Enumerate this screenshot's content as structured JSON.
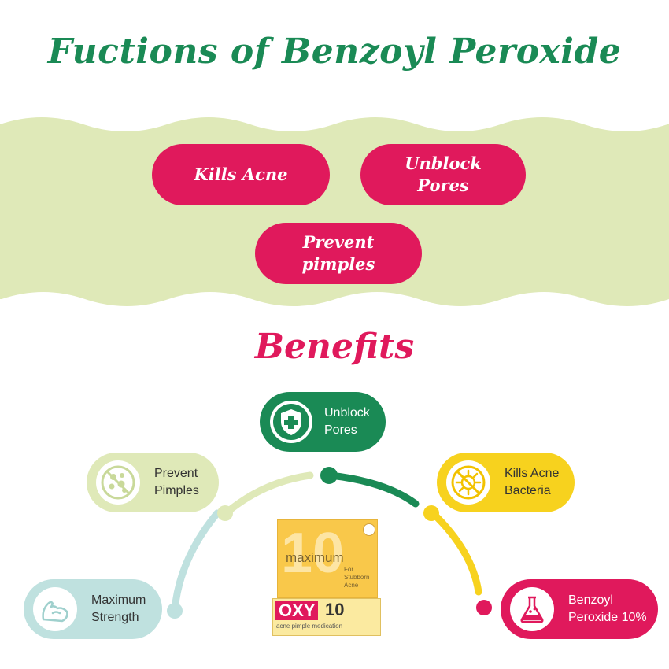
{
  "title": "Fuctions of Benzoyl Peroxide",
  "functions": [
    {
      "label": "Kills Acne"
    },
    {
      "label": "Unblock\nPores"
    },
    {
      "label": "Prevent\npimples"
    }
  ],
  "benefits_title": "Benefits",
  "benefits": [
    {
      "label": "Unblock\nPores",
      "icon": "shield-cross-icon",
      "color": "#1a8a55"
    },
    {
      "label": "Prevent\nPimples",
      "icon": "pimple-no-icon",
      "color": "#dfe9b8"
    },
    {
      "label": "Kills Acne\nBacteria",
      "icon": "bacteria-no-icon",
      "color": "#f7d21e"
    },
    {
      "label": "Maximum\nStrength",
      "icon": "muscle-arm-icon",
      "color": "#bfe1df"
    },
    {
      "label": "Benzoyl\nPeroxide 10%",
      "icon": "flask-icon",
      "color": "#e0195c"
    }
  ],
  "product": {
    "number": "10",
    "word": "maximum",
    "tagline": "For\nStubborn\nAcne",
    "brand": "OXY",
    "brand_number": "10",
    "sub": "acne pimple medication"
  },
  "colors": {
    "green": "#1a8a55",
    "pink": "#e0195c",
    "lime": "#dfe9b8",
    "yellow": "#f7d21e",
    "teal": "#bfe1df"
  }
}
